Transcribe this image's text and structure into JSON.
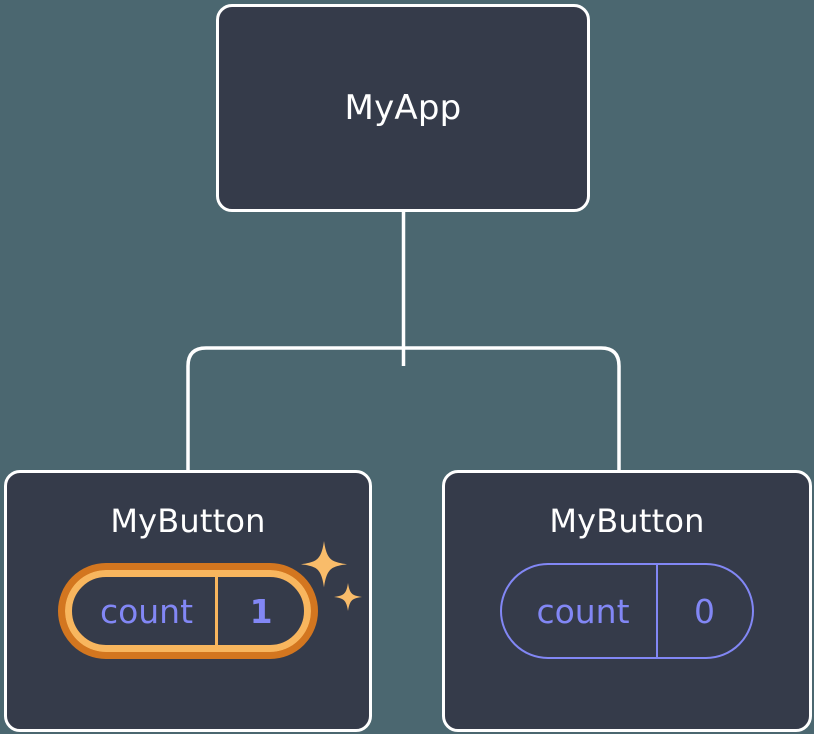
{
  "diagram": {
    "type": "component-tree",
    "background_color": "#4b6770",
    "node_fill_color": "#353b4a",
    "node_border_color": "#ffffff",
    "edge_color": "#ffffff",
    "state_text_color": "#8287f5",
    "highlight_outer_color": "#d3761f",
    "highlight_inner_color": "#f8b65e",
    "sparkle_color": "#f9bc6a",
    "root": {
      "title": "MyApp"
    },
    "children": [
      {
        "title": "MyButton",
        "state": {
          "key": "count",
          "value": "1"
        },
        "highlighted": true,
        "sparkles": [
          "sparkle-large",
          "sparkle-small"
        ]
      },
      {
        "title": "MyButton",
        "state": {
          "key": "count",
          "value": "0"
        },
        "highlighted": false,
        "sparkles": []
      }
    ]
  }
}
